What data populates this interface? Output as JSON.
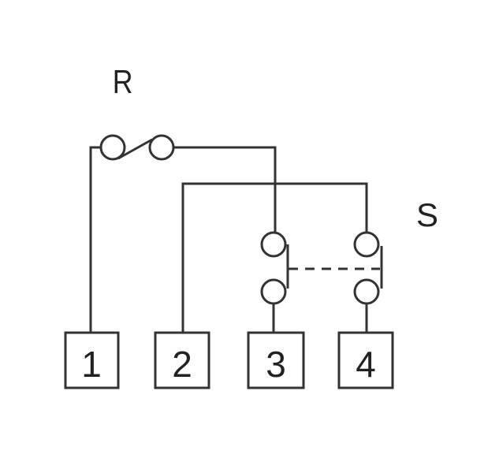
{
  "labels": {
    "relay": "R",
    "switch": "S"
  },
  "terminals": [
    "1",
    "2",
    "3",
    "4"
  ]
}
